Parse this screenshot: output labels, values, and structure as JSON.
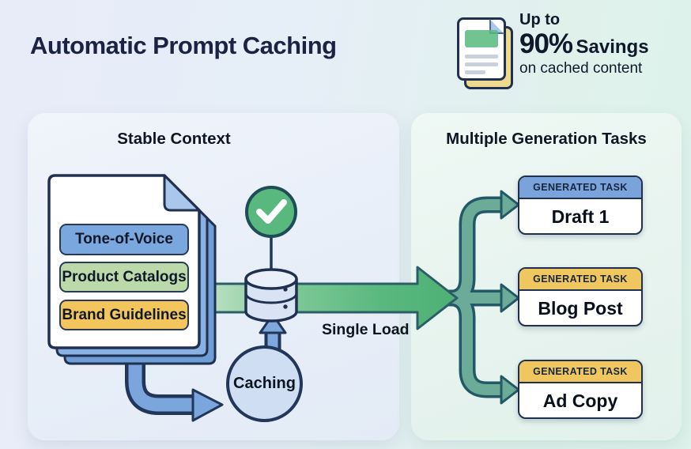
{
  "header": {
    "title": "Automatic Prompt Caching"
  },
  "badge": {
    "icon": "document-stack-icon",
    "line1": "Up to",
    "percent": "90%",
    "savings": "Savings",
    "line3": "on cached content"
  },
  "left_panel": {
    "heading": "Stable Context",
    "pills": [
      {
        "label": "Tone-of-Voice",
        "color": "#7aa7dd"
      },
      {
        "label": "Product Catalogs",
        "color": "#bcdaa9"
      },
      {
        "label": "Brand Guidelines",
        "color": "#f2c65c"
      }
    ]
  },
  "flow": {
    "check_icon": "checkmark-icon",
    "database_icon": "database-icon",
    "cache_label": "Caching",
    "load_label": "Single Load"
  },
  "right_panel": {
    "heading": "Multiple Generation Tasks",
    "cards": [
      {
        "header": "GENERATED TASK",
        "title": "Draft 1",
        "header_color": "#7aa3dc"
      },
      {
        "header": "GENERATED TASK",
        "title": "Blog Post",
        "header_color": "#f0c75e"
      },
      {
        "header": "GENERATED TASK",
        "title": "Ad Copy",
        "header_color": "#f0c75e"
      }
    ]
  },
  "colors": {
    "navy": "#1f3050",
    "text-navy": "#1a2342",
    "blue": "#7aa6dd",
    "green": "#58b87e",
    "teal": "#6cab97",
    "teal-outline": "#235866",
    "yellow": "#ecd88e"
  }
}
